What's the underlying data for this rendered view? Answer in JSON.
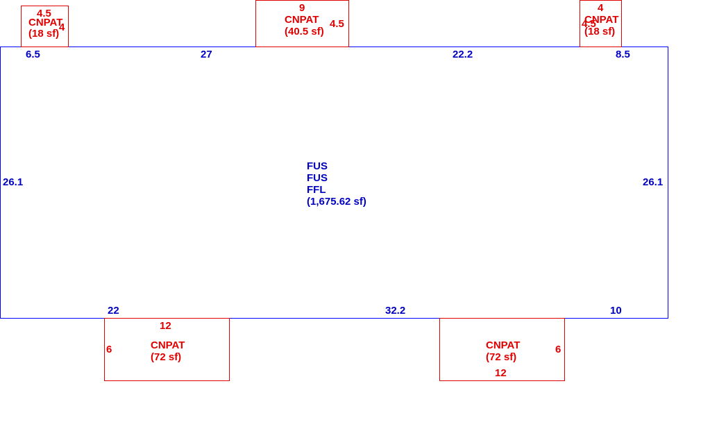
{
  "colors": {
    "main": "#0000ff",
    "main_text": "#0000c0",
    "patio": "#e00000",
    "background": "#ffffff"
  },
  "main_area": {
    "lines": [
      "FUS",
      "FUS",
      "FFL",
      "(1,675.62 sf)"
    ],
    "dims": {
      "top": [
        "6.5",
        "27",
        "22.2",
        "8.5"
      ],
      "left": "26.1",
      "right": "26.1",
      "bottom": [
        "22",
        "32.2",
        "10"
      ]
    }
  },
  "patios": [
    {
      "id": "top-left",
      "name": "CNPAT",
      "area": "(18 sf)",
      "dim_a": "4.5",
      "dim_b": "4"
    },
    {
      "id": "top-center",
      "name": "CNPAT",
      "area": "(40.5 sf)",
      "dim_a": "9",
      "dim_b": "4.5"
    },
    {
      "id": "top-right",
      "name": "CNPAT",
      "area": "(18 sf)",
      "dim_a": "4",
      "dim_b": "4.5"
    },
    {
      "id": "bottom-left",
      "name": "CNPAT",
      "area": "(72 sf)",
      "dim_a": "12",
      "dim_b": "6"
    },
    {
      "id": "bottom-right",
      "name": "CNPAT",
      "area": "(72 sf)",
      "dim_a": "12",
      "dim_b": "6"
    }
  ]
}
